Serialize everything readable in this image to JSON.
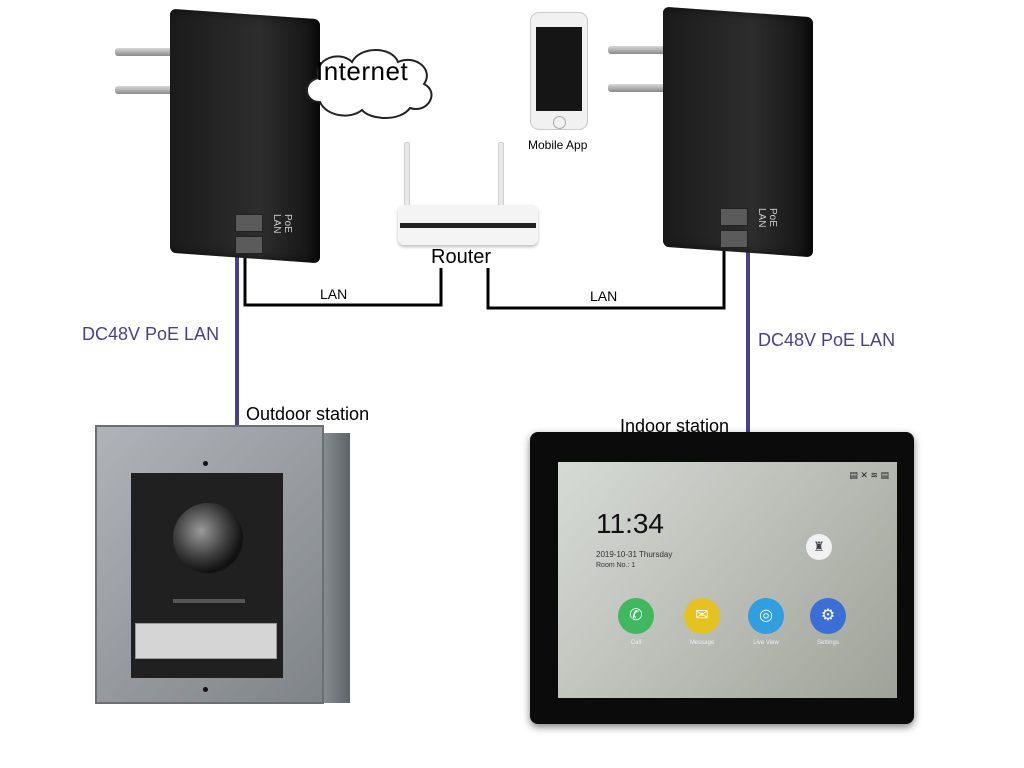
{
  "labels": {
    "internet": "Internet",
    "mobile_app": "Mobile App",
    "router": "Router",
    "lan_left": "LAN",
    "lan_right": "LAN",
    "poe_left": "DC48V PoE LAN",
    "poe_right": "DC48V PoE LAN",
    "outdoor_station": "Outdoor station",
    "indoor_station": "Indoor station"
  },
  "adapter": {
    "port_text": "PoE LAN"
  },
  "indoor_screen": {
    "time": "11:34",
    "date": "2019-10-31 Thursday",
    "room": "Room No.: 1",
    "apps": [
      {
        "label": "Call",
        "icon": "phone-icon",
        "glyph": "✆",
        "color": "#3fb860"
      },
      {
        "label": "Message",
        "icon": "envelope-icon",
        "glyph": "✉",
        "color": "#e6c21f"
      },
      {
        "label": "Live View",
        "icon": "camera-icon",
        "glyph": "◎",
        "color": "#2f9fe0"
      },
      {
        "label": "Settings",
        "icon": "gear-icon",
        "glyph": "⚙",
        "color": "#3b6fd6"
      }
    ]
  },
  "colors": {
    "poe_cable": "#4a3f8c",
    "lan_cable": "#000000"
  }
}
